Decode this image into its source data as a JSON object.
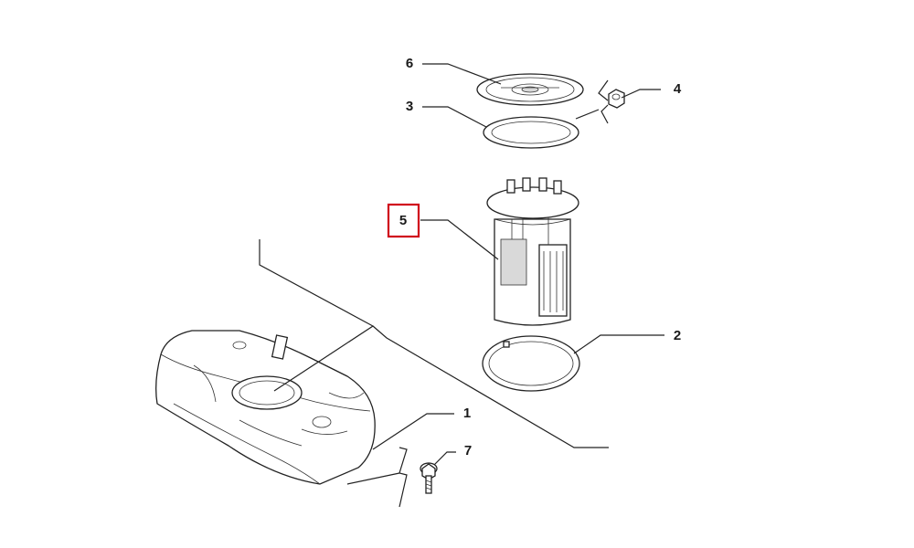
{
  "callouts": {
    "c1": "1",
    "c2": "2",
    "c3": "3",
    "c4": "4",
    "c5": "5",
    "c6": "6",
    "c7": "7"
  },
  "highlighted_callout": "5",
  "highlight_color": "#d0021b"
}
